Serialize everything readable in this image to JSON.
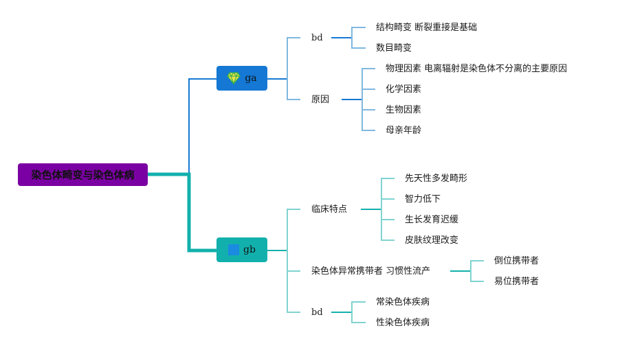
{
  "root": {
    "label": "染色体畸变与染色体病"
  },
  "branches": [
    {
      "label": "ga",
      "icon": "diamond-icon",
      "color": "#1478d4",
      "children": [
        {
          "label": "bd",
          "children": [
            "结构畸变 断裂重接是基础",
            "数目畸变"
          ]
        },
        {
          "label": "原因",
          "children": [
            "物理因素 电离辐射是染色体不分离的主要原因",
            "化学因素",
            "生物因素",
            "母亲年龄"
          ]
        }
      ]
    },
    {
      "label": "gb",
      "icon": "square-icon",
      "color": "#12b0ac",
      "children": [
        {
          "label": "临床特点",
          "children": [
            "先天性多发畸形",
            "智力低下",
            "生长发育迟缓",
            "皮肤纹理改变"
          ]
        },
        {
          "label": "染色体异常携带者 习惯性流产",
          "children": [
            "倒位携带者",
            "易位携带者"
          ]
        },
        {
          "label": "bd",
          "children": [
            "常染色体疾病",
            "性染色体疾病"
          ]
        }
      ]
    }
  ],
  "colors": {
    "root": "#7b00a3",
    "ga_line": "#1478d4",
    "ga_light": "#7fb8e0",
    "gb_line": "#12b0ac",
    "gb_light": "#7fd3d0"
  }
}
